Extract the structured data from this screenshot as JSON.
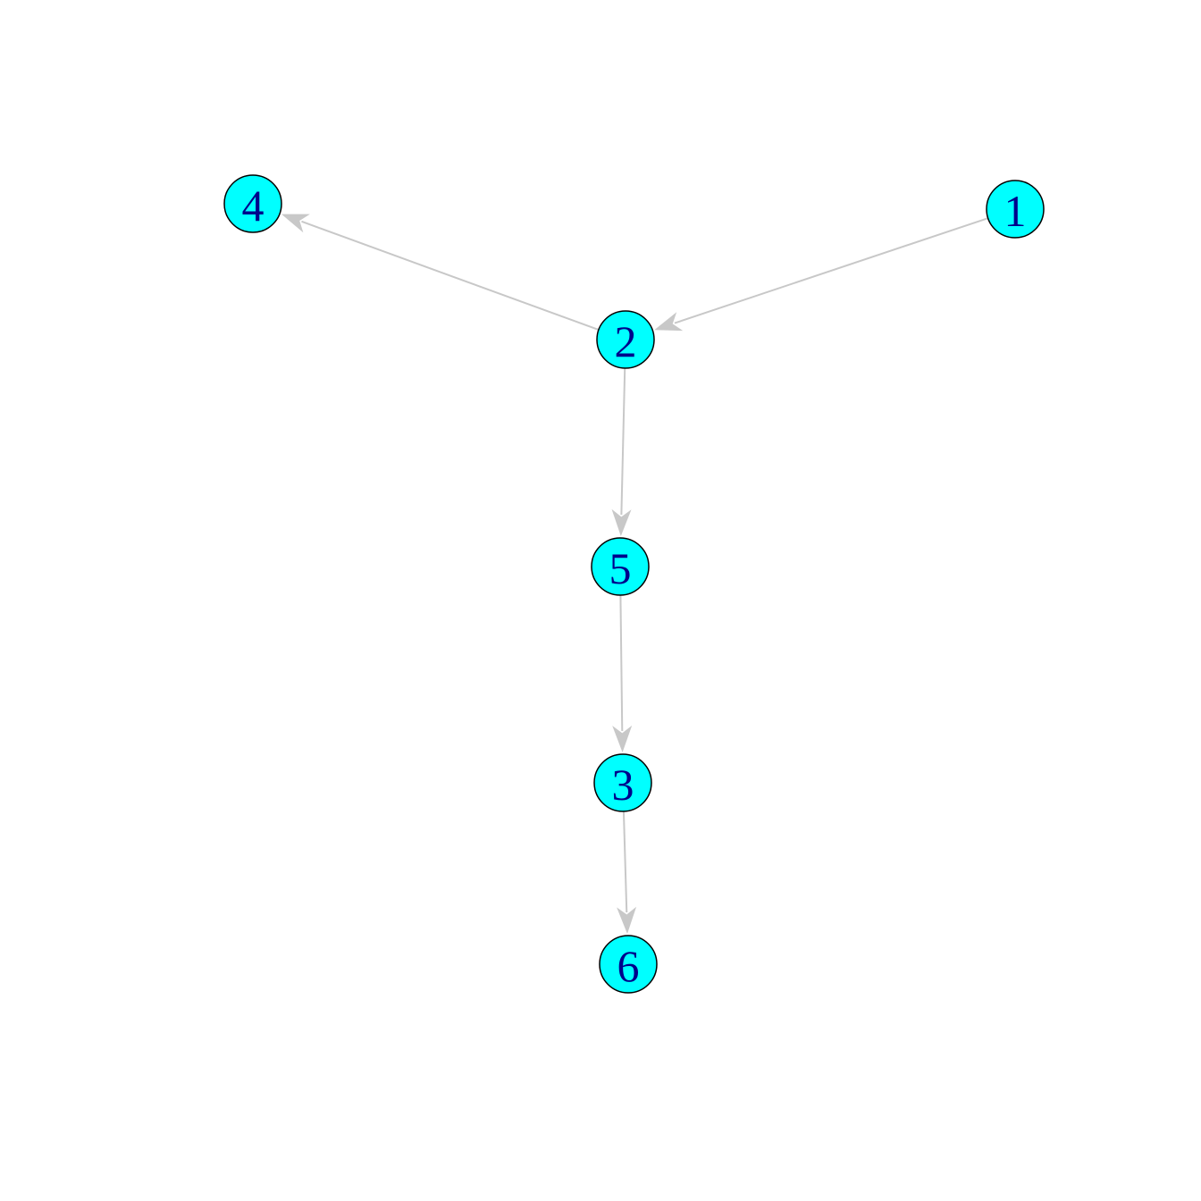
{
  "graph": {
    "directed": true,
    "node_fill": "#00ffff",
    "node_border": "#000000",
    "label_color": "#00008b",
    "edge_color": "#c8c8c8",
    "nodes": [
      {
        "id": "1",
        "label": "1"
      },
      {
        "id": "2",
        "label": "2"
      },
      {
        "id": "3",
        "label": "3"
      },
      {
        "id": "4",
        "label": "4"
      },
      {
        "id": "5",
        "label": "5"
      },
      {
        "id": "6",
        "label": "6"
      }
    ],
    "edges": [
      {
        "from": "1",
        "to": "2"
      },
      {
        "from": "2",
        "to": "4"
      },
      {
        "from": "2",
        "to": "5"
      },
      {
        "from": "5",
        "to": "3"
      },
      {
        "from": "3",
        "to": "6"
      }
    ]
  }
}
